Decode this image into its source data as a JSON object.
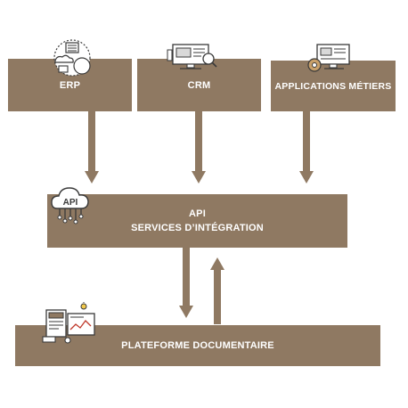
{
  "diagram": {
    "nodes": {
      "erp": {
        "label": "ERP",
        "icon": "erp-server-icon"
      },
      "crm": {
        "label": "CRM",
        "icon": "crm-desktop-icon"
      },
      "apps": {
        "label": "APPLICATIONS MÉTIERS",
        "icon": "business-apps-icon"
      },
      "api": {
        "line1": "API",
        "line2": "SERVICES D’INTÉGRATION",
        "icon": "api-cloud-icon",
        "icon_text": "API"
      },
      "docs": {
        "label": "PLATEFORME DOCUMENTAIRE",
        "icon": "document-platform-icon"
      }
    },
    "edges": [
      {
        "from": "erp",
        "to": "api"
      },
      {
        "from": "crm",
        "to": "api"
      },
      {
        "from": "apps",
        "to": "api"
      },
      {
        "from": "api",
        "to": "docs"
      },
      {
        "from": "docs",
        "to": "api"
      }
    ],
    "colors": {
      "box": "#8f7962",
      "arrow": "#8f7962",
      "text": "#ffffff",
      "icon_stroke": "#3a3a3a"
    }
  }
}
